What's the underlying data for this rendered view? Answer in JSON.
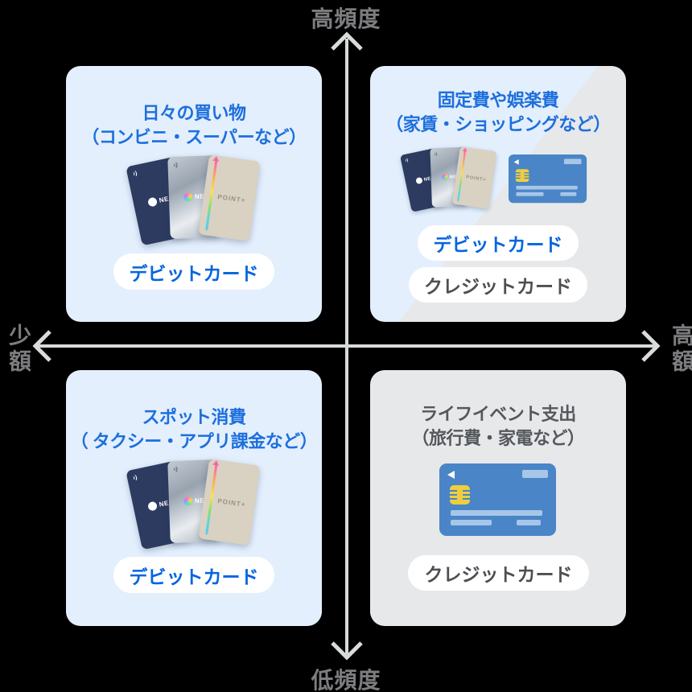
{
  "diagram": {
    "type": "2x2-quadrant-matrix",
    "axis": {
      "top": "高頻度",
      "bottom": "低頻度",
      "left": "少額",
      "right": "高額"
    },
    "quadrants": {
      "top_left": {
        "title_line1": "日々の買い物",
        "title_line2": "（コンビニ・スーパーなど）",
        "pill_debit": "デビットカード"
      },
      "top_right": {
        "title_line1": "固定費や娯楽費",
        "title_line2": "（家賃・ショッピングなど）",
        "pill_debit": "デビットカード",
        "pill_credit": "クレジットカード"
      },
      "bottom_left": {
        "title_line1": "スポット消費",
        "title_line2": "（ タクシー・アプリ課金など）",
        "pill_debit": "デビットカード"
      },
      "bottom_right": {
        "title_line1": "ライフイベント支出",
        "title_line2": "（旅行費・家電など）",
        "pill_credit": "クレジットカード"
      }
    },
    "cards": {
      "debit_logo_text": "NE",
      "point_card_text": "POINT+"
    },
    "colors": {
      "background": "#000000",
      "quadrant_blue": "#e3effd",
      "quadrant_gray": "#e7e8ea",
      "title_blue": "#1d6fdd",
      "title_gray": "#55585c",
      "pill_debit_text": "#0565e0",
      "pill_credit_text": "#4c4f53",
      "axis_line": "#d9dadb",
      "axis_label": "#7d7d80",
      "debit_card_navy": "#2d3b61",
      "debit_card_beige": "#d9d1c2",
      "credit_card_blue": "#4a85c7",
      "chip_yellow": "#efce3e"
    }
  }
}
